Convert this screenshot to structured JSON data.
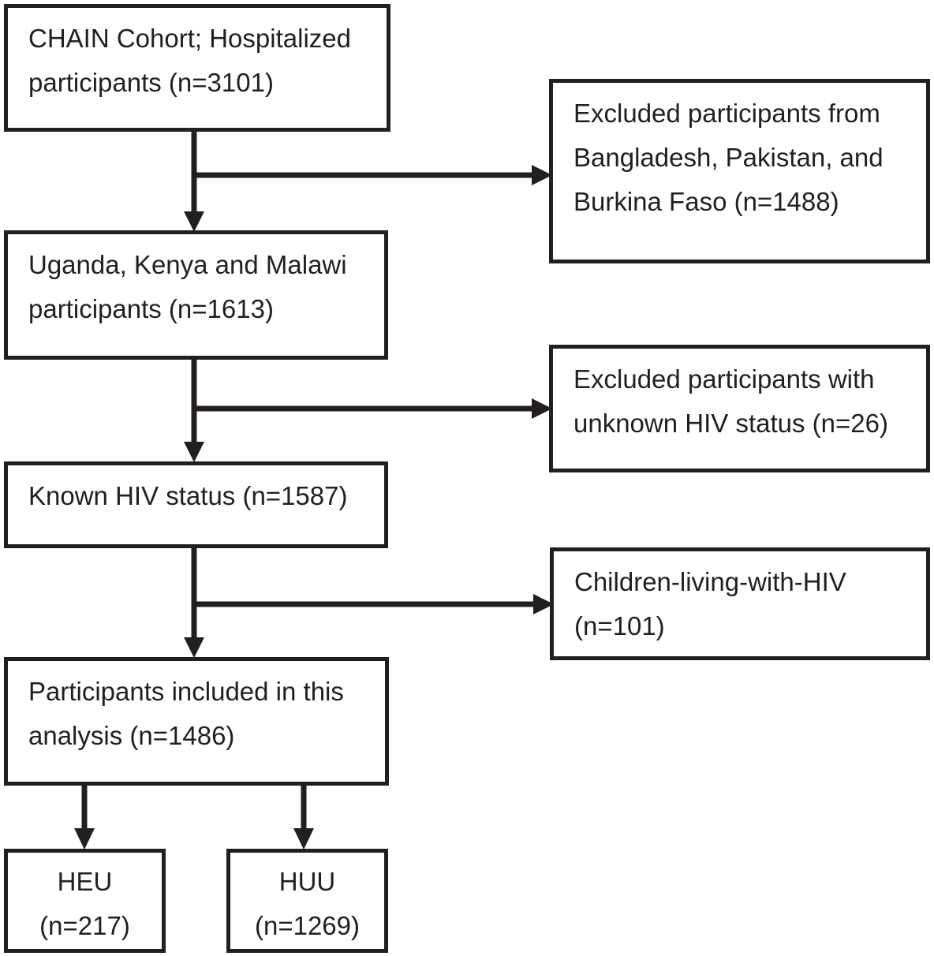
{
  "colors": {
    "ink": "#231f20",
    "background": "#ffffff"
  },
  "flow": {
    "nodes": {
      "cohort": {
        "lines": [
          "CHAIN Cohort; Hospitalized",
          "participants (n=3101)"
        ],
        "n": 3101
      },
      "excluded_countries": {
        "lines": [
          "Excluded participants from",
          "Bangladesh, Pakistan, and",
          "Burkina Faso (n=1488)"
        ],
        "n": 1488
      },
      "uganda_kenya_malawi": {
        "lines": [
          "Uganda, Kenya and Malawi",
          "participants (n=1613)"
        ],
        "n": 1613
      },
      "excluded_unknown_hiv": {
        "lines": [
          "Excluded participants with",
          "unknown HIV status (n=26)"
        ],
        "n": 26
      },
      "known_hiv": {
        "lines": [
          "Known HIV status (n=1587)"
        ],
        "n": 1587
      },
      "children_living_with_hiv": {
        "lines": [
          "Children-living-with-HIV",
          "(n=101)"
        ],
        "n": 101
      },
      "included": {
        "lines": [
          "Participants included in this",
          "analysis (n=1486)"
        ],
        "n": 1486
      },
      "heu": {
        "lines": [
          "HEU",
          "(n=217)"
        ],
        "n": 217
      },
      "huu": {
        "lines": [
          "HUU",
          "(n=1269)"
        ],
        "n": 1269
      }
    },
    "edges": [
      {
        "from": "cohort",
        "to": "excluded_countries"
      },
      {
        "from": "cohort",
        "to": "uganda_kenya_malawi"
      },
      {
        "from": "uganda_kenya_malawi",
        "to": "excluded_unknown_hiv"
      },
      {
        "from": "uganda_kenya_malawi",
        "to": "known_hiv"
      },
      {
        "from": "known_hiv",
        "to": "children_living_with_hiv"
      },
      {
        "from": "known_hiv",
        "to": "included"
      },
      {
        "from": "included",
        "to": "heu"
      },
      {
        "from": "included",
        "to": "huu"
      }
    ]
  }
}
